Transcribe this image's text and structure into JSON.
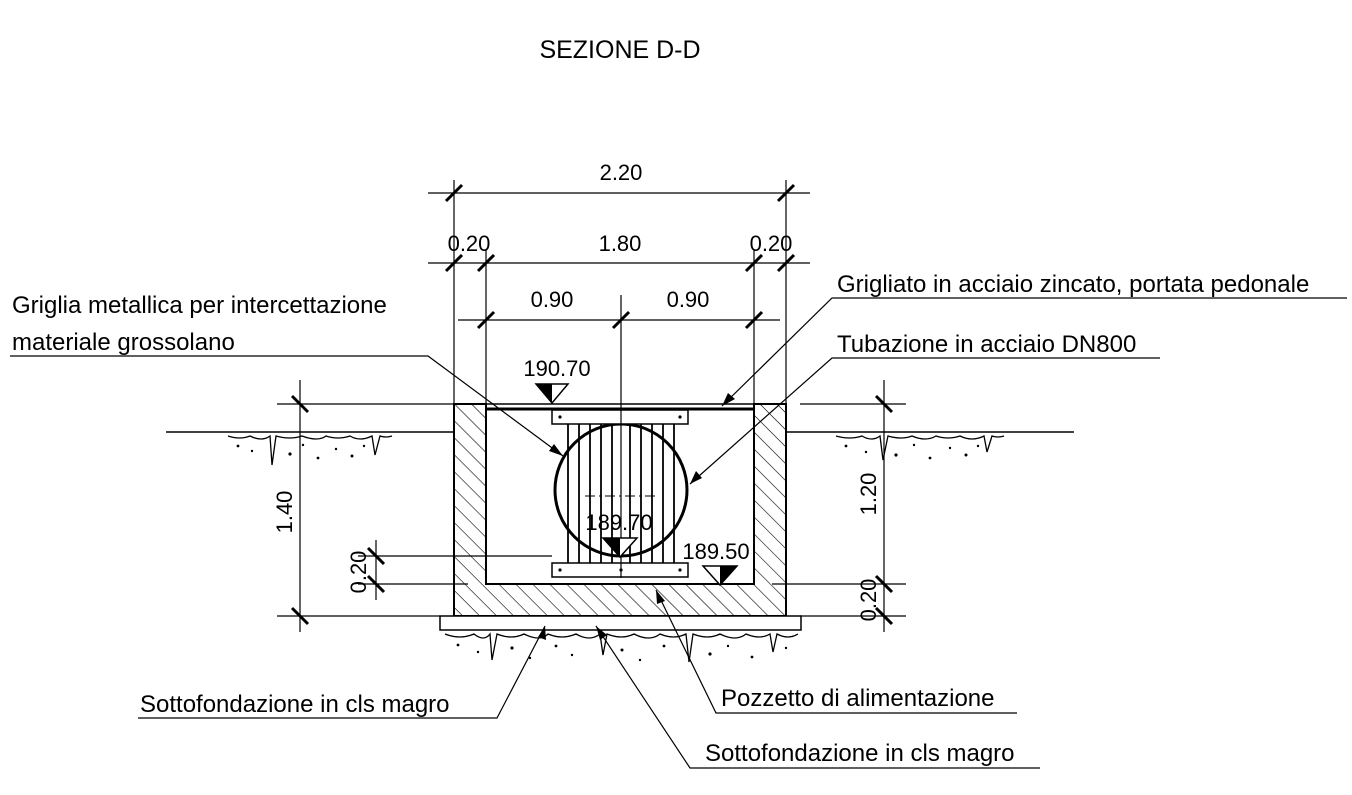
{
  "title": "SEZIONE D-D",
  "dimensions": {
    "overall_width": "2.20",
    "wall_left": "0.20",
    "inner_width": "1.80",
    "wall_right": "0.20",
    "half_left": "0.90",
    "half_right": "0.90",
    "left_height": "1.40",
    "left_base": "0.20",
    "right_height": "1.20",
    "right_base": "0.20"
  },
  "elevations": {
    "top": "190.70",
    "pipe_bottom": "189.70",
    "floor": "189.50"
  },
  "labels": {
    "griglia_line1": "Griglia metallica per intercettazione",
    "griglia_line2": "materiale grossolano",
    "grigliato": "Grigliato in acciaio zincato, portata pedonale",
    "tubazione": "Tubazione in acciaio DN800",
    "sottofondazione_left": "Sottofondazione in cls magro",
    "pozzetto": "Pozzetto di alimentazione",
    "sottofondazione_bottom": "Sottofondazione in cls magro"
  }
}
